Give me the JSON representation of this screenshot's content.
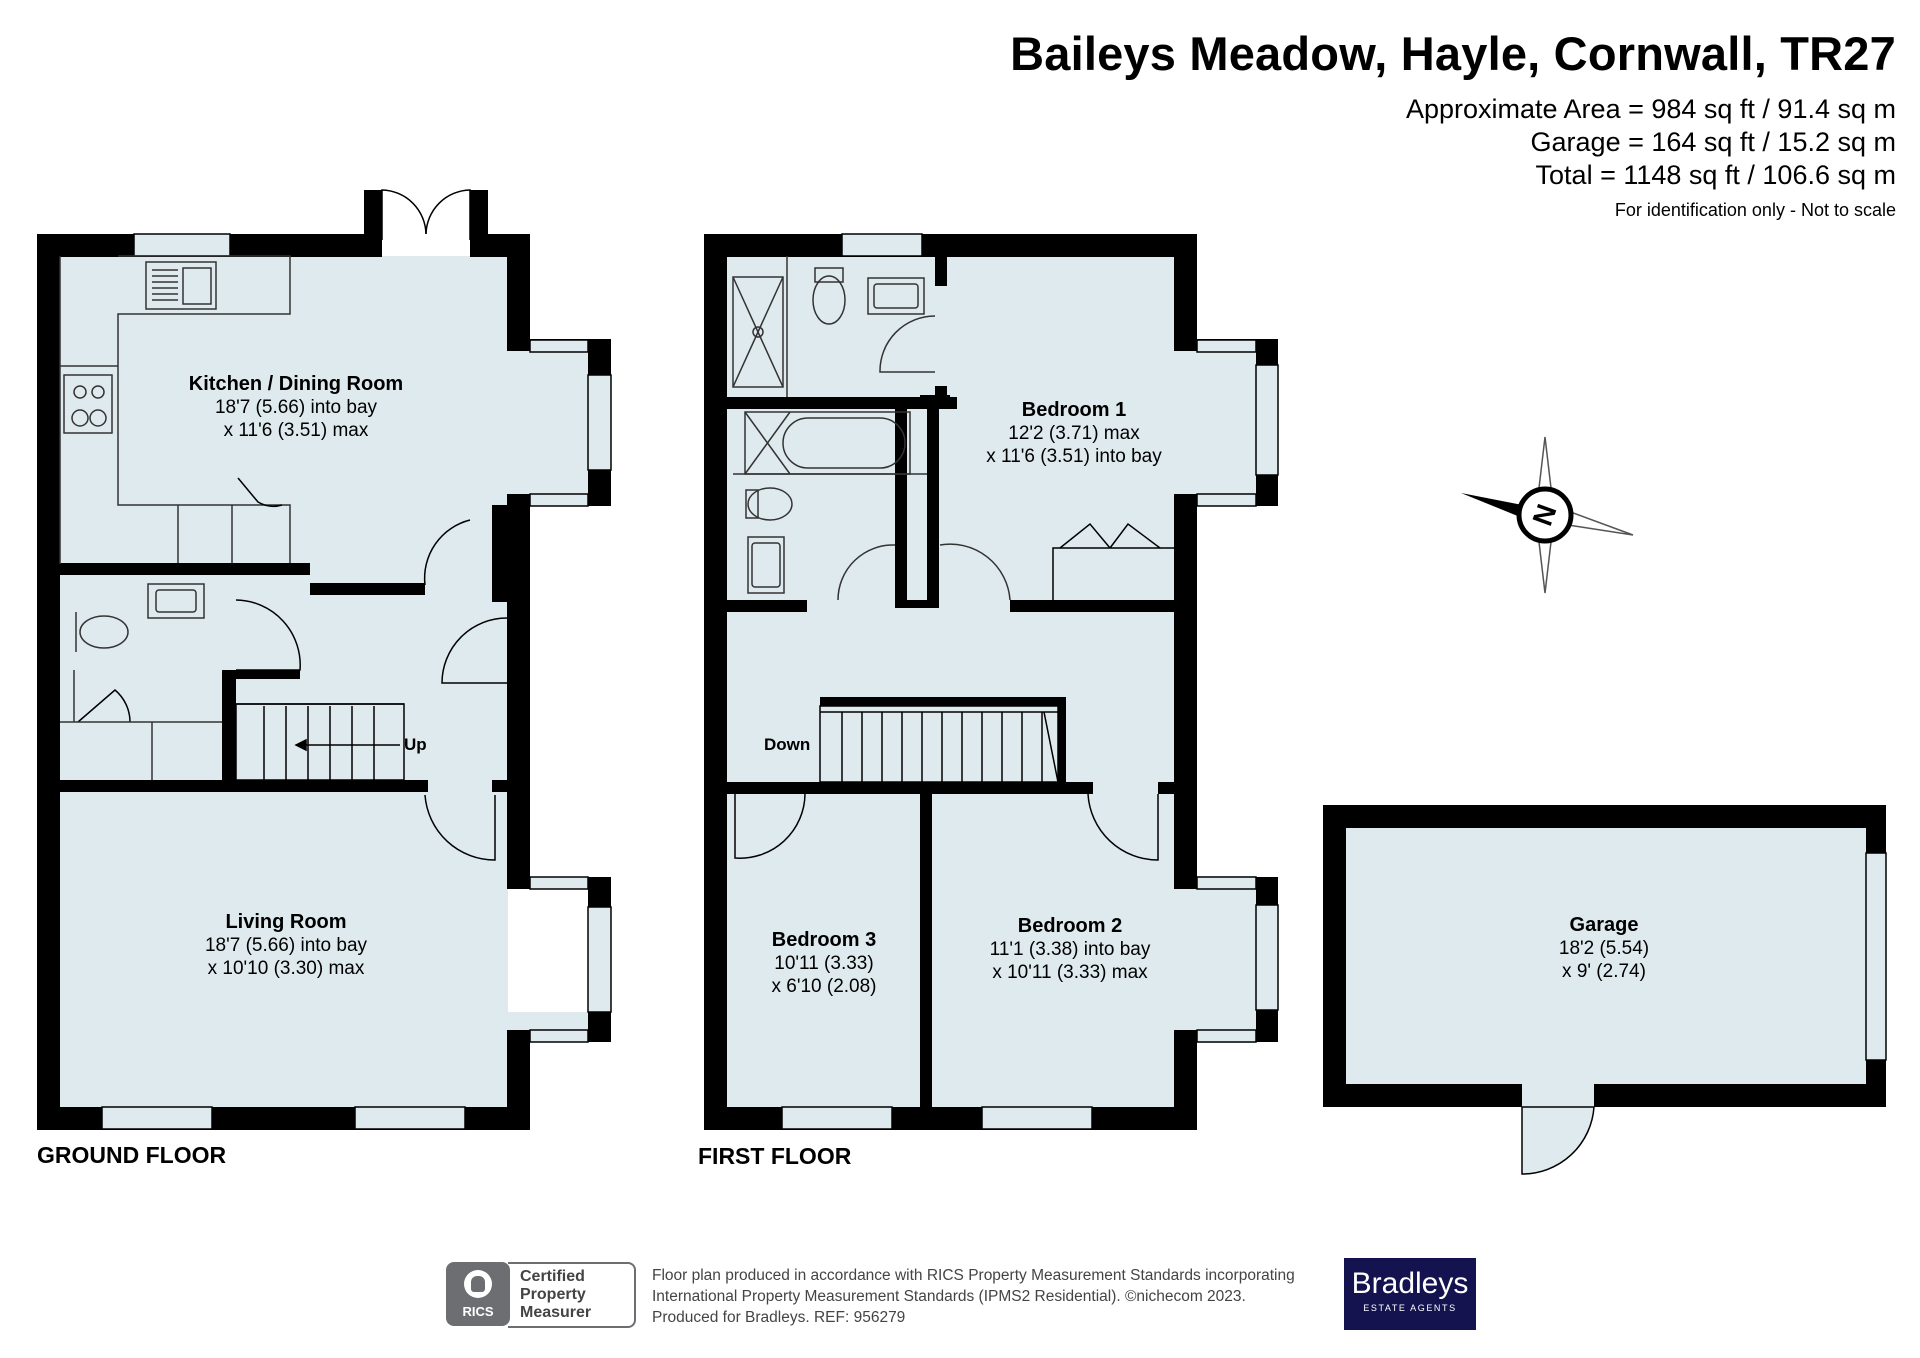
{
  "header": {
    "title": "Baileys Meadow, Hayle, Cornwall, TR27",
    "area_line": "Approximate Area = 984  sq ft / 91.4 sq m",
    "garage_line": "Garage = 164 sq ft / 15.2 sq m",
    "total_line": "Total = 1148 sq ft / 106.6 sq m",
    "note": "For identification only - Not to scale"
  },
  "floors": {
    "ground": "GROUND FLOOR",
    "first": "FIRST FLOOR"
  },
  "rooms": {
    "kitchen": {
      "name": "Kitchen / Dining Room",
      "dim1": "18'7 (5.66) into bay",
      "dim2": "x 11'6 (3.51) max"
    },
    "living": {
      "name": "Living Room",
      "dim1": "18'7 (5.66) into bay",
      "dim2": "x 10'10 (3.30) max"
    },
    "bed1": {
      "name": "Bedroom 1",
      "dim1": "12'2 (3.71) max",
      "dim2": "x 11'6 (3.51) into bay"
    },
    "bed2": {
      "name": "Bedroom 2",
      "dim1": "11'1 (3.38) into bay",
      "dim2": "x 10'11 (3.33) max"
    },
    "bed3": {
      "name": "Bedroom 3",
      "dim1": "10'11 (3.33)",
      "dim2": "x 6'10 (2.08)"
    },
    "garage": {
      "name": "Garage",
      "dim1": "18'2 (5.54)",
      "dim2": "x 9' (2.74)"
    }
  },
  "stairs": {
    "up": "Up",
    "down": "Down"
  },
  "compass": {
    "letter": "N"
  },
  "footer": {
    "line1": "Floor plan produced in accordance with RICS Property Measurement Standards incorporating",
    "line2": "International Property Measurement Standards (IPMS2 Residential).   ©nichecom 2023.",
    "line3": "Produced for Bradleys.   REF:  956279"
  },
  "rics": {
    "badge": "RICS",
    "l1": "Certified",
    "l2": "Property",
    "l3": "Measurer"
  },
  "agent": {
    "name": "Bradleys",
    "sub": "ESTATE AGENTS"
  },
  "colors": {
    "room_fill": "#dfeaee",
    "wall": "#000000",
    "agent_bg": "#14134f"
  }
}
